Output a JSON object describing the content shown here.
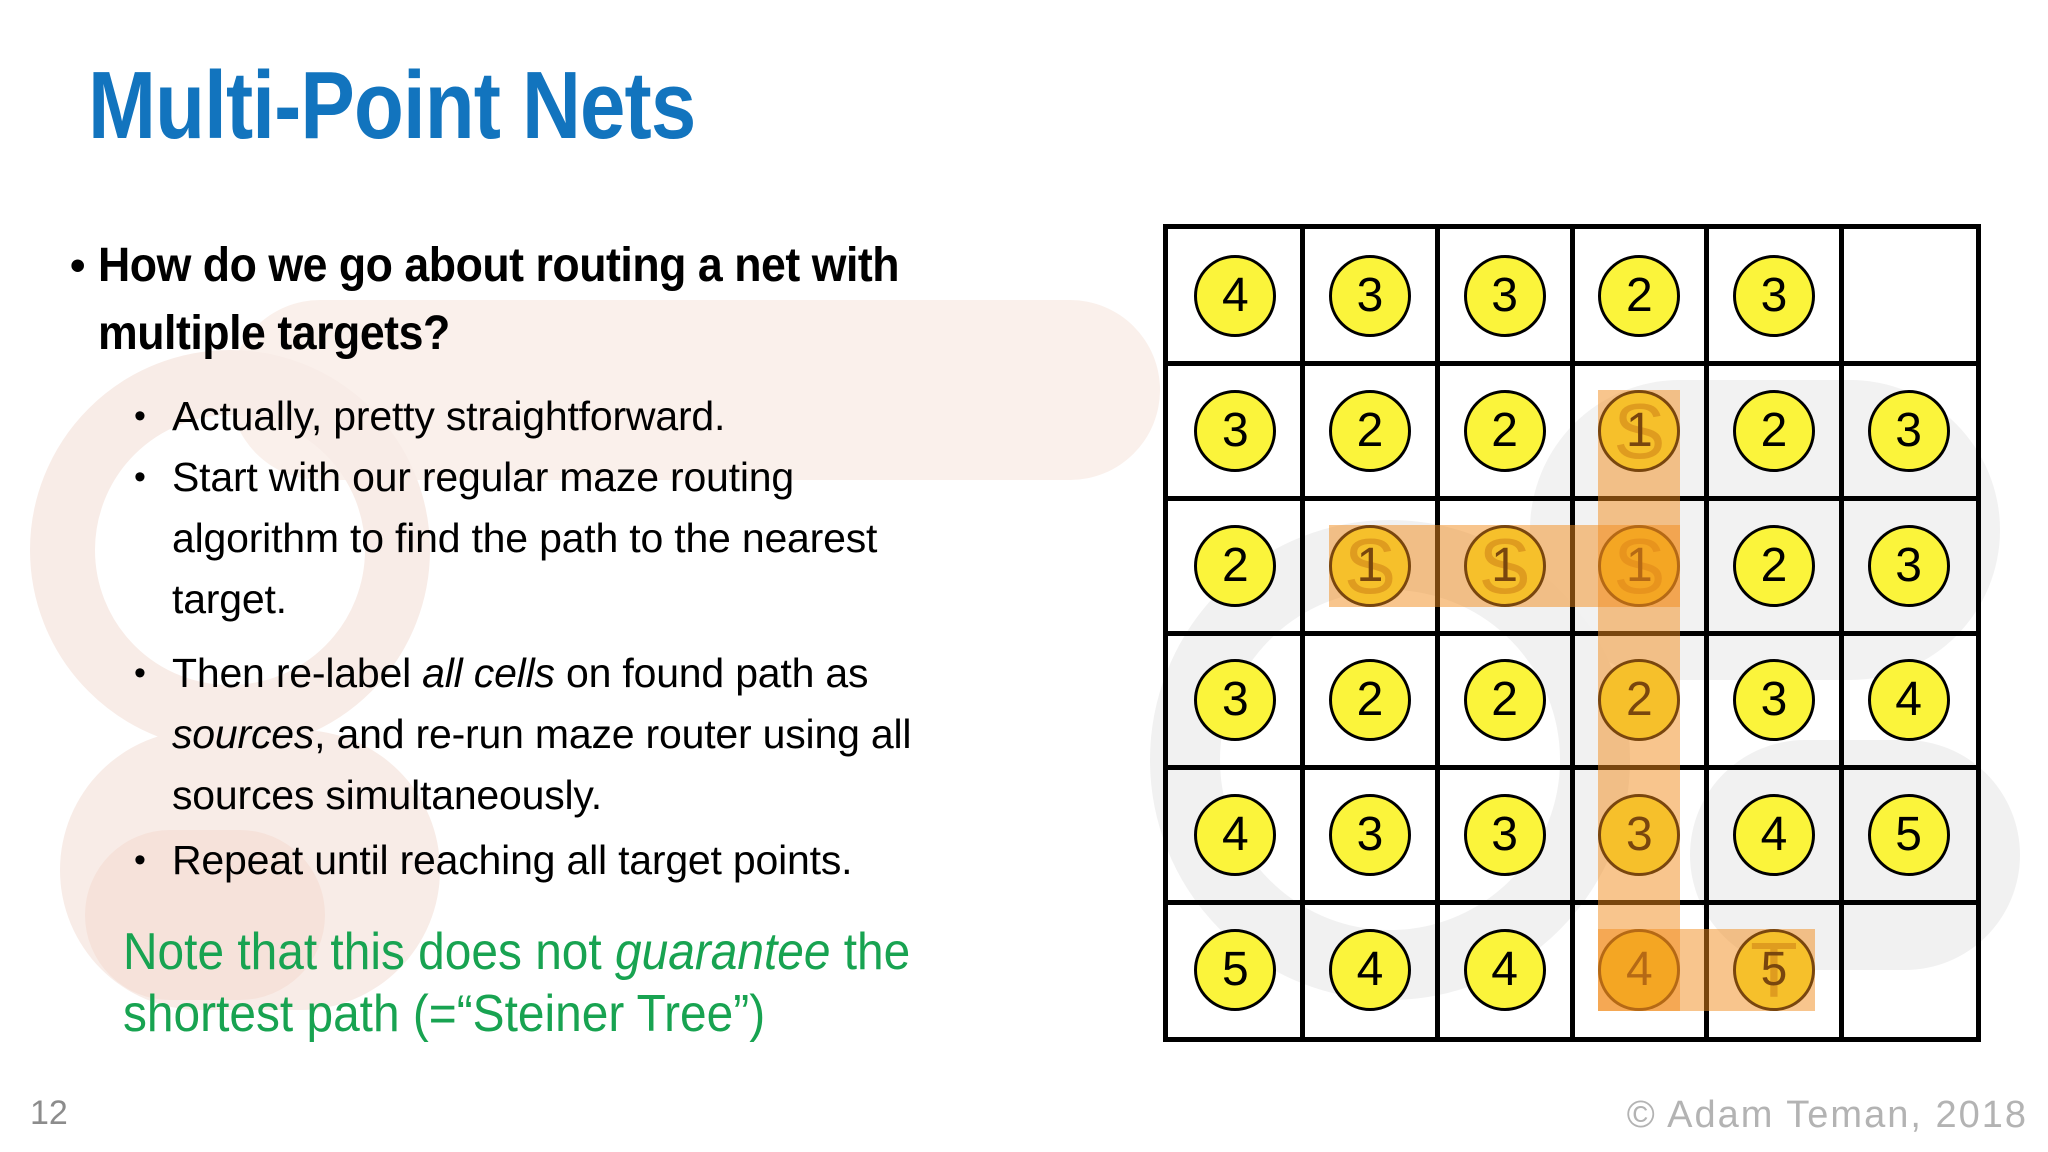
{
  "slide": {
    "title": "Multi-Point Nets",
    "page_number": "12",
    "copyright": "© Adam Teman, 2018"
  },
  "content": {
    "heading": {
      "lines": [
        "How do we go about routing a net with",
        "multiple targets?"
      ]
    },
    "sub_bullets": [
      {
        "lines": [
          {
            "parts": [
              {
                "t": "Actually, pretty straightforward."
              }
            ]
          }
        ]
      },
      {
        "lines": [
          {
            "parts": [
              {
                "t": "Start with our regular maze routing"
              }
            ]
          },
          {
            "parts": [
              {
                "t": "algorithm to find the path to the nearest"
              }
            ]
          },
          {
            "parts": [
              {
                "t": "target."
              }
            ]
          }
        ]
      },
      {
        "lines": [
          {
            "parts": [
              {
                "t": "Then re-label "
              },
              {
                "t": "all cells",
                "italic": true
              },
              {
                "t": " on found path as"
              }
            ]
          },
          {
            "parts": [
              {
                "t": "sources",
                "italic": true
              },
              {
                "t": ", and re-run maze router using all"
              }
            ]
          },
          {
            "parts": [
              {
                "t": "sources simultaneously."
              }
            ]
          }
        ]
      },
      {
        "lines": [
          {
            "parts": [
              {
                "t": "Repeat until reaching all target points."
              }
            ]
          }
        ]
      }
    ],
    "note": {
      "lines": [
        {
          "parts": [
            {
              "t": "Note that this does not "
            },
            {
              "t": "guarantee",
              "italic": true
            },
            {
              "t": " the"
            }
          ]
        },
        {
          "parts": [
            {
              "t": "shortest path (=“Steiner Tree”)"
            }
          ]
        }
      ]
    }
  },
  "grid": {
    "rows": 6,
    "cols": 6,
    "cells": [
      [
        "4",
        "3",
        "3",
        "2",
        "3",
        ""
      ],
      [
        "3",
        "2",
        "2",
        "1",
        "2",
        "3"
      ],
      [
        "2",
        "1",
        "1",
        "1",
        "2",
        "3"
      ],
      [
        "3",
        "2",
        "2",
        "2",
        "3",
        "4"
      ],
      [
        "4",
        "3",
        "3",
        "3",
        "4",
        "5"
      ],
      [
        "5",
        "4",
        "4",
        "4",
        "5",
        ""
      ]
    ],
    "source_letter": "S",
    "target_letter": "T",
    "ghost_letters": [
      {
        "row": 2,
        "col": 4,
        "letter": "S"
      },
      {
        "row": 3,
        "col": 2,
        "letter": "S"
      },
      {
        "row": 3,
        "col": 3,
        "letter": "S"
      },
      {
        "row": 3,
        "col": 4,
        "letter": "S"
      },
      {
        "row": 6,
        "col": 5,
        "letter": "T"
      }
    ],
    "path_segments": [
      {
        "orient": "vertical",
        "col": 4,
        "row_start": 2,
        "row_end": 6
      },
      {
        "orient": "horizontal",
        "row": 3,
        "col_start": 2,
        "col_end": 4
      },
      {
        "orient": "horizontal",
        "row": 6,
        "col_start": 4,
        "col_end": 5
      }
    ]
  },
  "colors": {
    "title_blue": "#1274be",
    "note_green": "#18a351",
    "circle_yellow": "#fbf43b",
    "circle_border": "#000000",
    "grid_line": "#000000",
    "path_orange": "rgba(241,139,27,0.5)",
    "ghost_orange": "rgba(160,100,12,0.5)",
    "footer_gray": "#8c8c8c",
    "copyright_gray": "#b3b3b3"
  }
}
